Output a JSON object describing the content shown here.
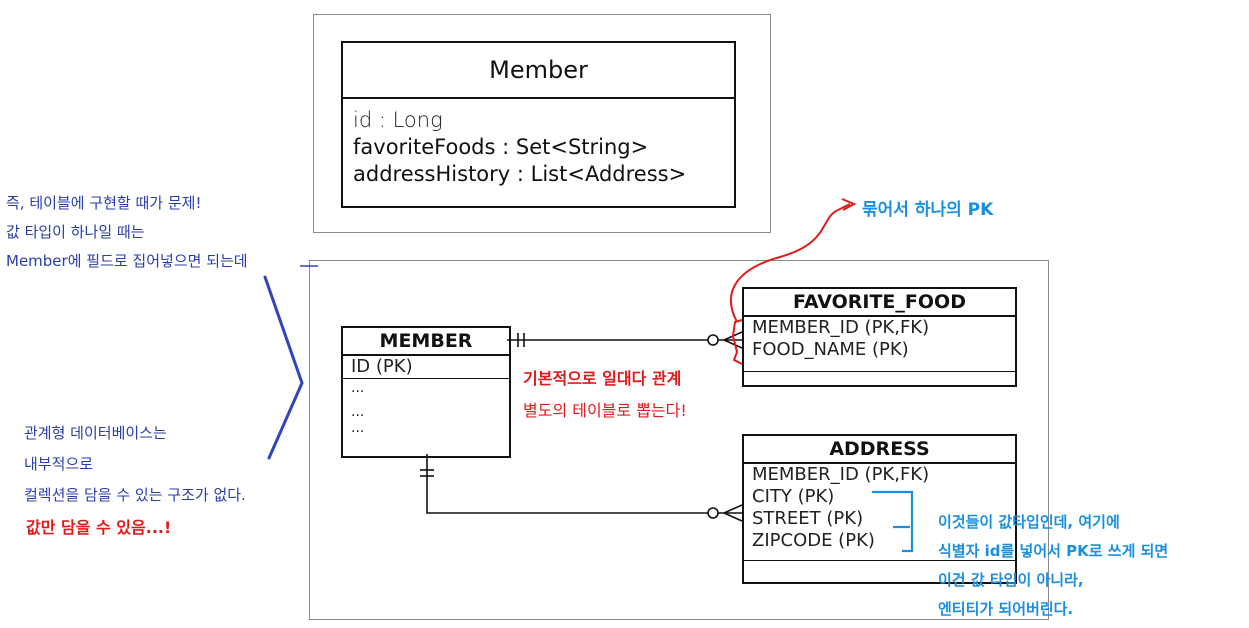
{
  "member_class": {
    "title": "Member",
    "fields": [
      "id : Long",
      "favoriteFoods : Set<String>",
      "addressHistory : List<Address>"
    ]
  },
  "entities": {
    "member": {
      "title": "MEMBER",
      "pk": "ID (PK)",
      "rows": [
        "...",
        "...",
        "..."
      ]
    },
    "favorite_food": {
      "title": "FAVORITE_FOOD",
      "rows": [
        "MEMBER_ID (PK,FK)",
        "FOOD_NAME (PK)"
      ]
    },
    "address": {
      "title": "ADDRESS",
      "rows": [
        "MEMBER_ID (PK,FK)",
        "CITY (PK)",
        "STREET (PK)",
        "ZIPCODE (PK)"
      ]
    }
  },
  "notes": {
    "left_top": [
      "즉, 테이블에 구현할 때가 문제!",
      "값 타입이 하나일 때는",
      "Member에 필드로 집어넣으면 되는데"
    ],
    "left_mid": [
      "관계형 데이터베이스는",
      "내부적으로",
      "컬렉션을 담을 수 있는 구조가 없다."
    ],
    "left_red": "값만 담을 수 있음...!",
    "center_red": [
      "기본적으로 일대다 관계",
      "별도의 테이블로 뽑는다!"
    ],
    "pk_note": "묶어서 하나의 PK",
    "right_cyan": [
      "이것들이 값타입인데, 여기에",
      "식별자 id를 넣어서 PK로 쓰게 되면",
      "이건 값 타입이 아니라,",
      "엔티티가 되어버린다."
    ]
  },
  "colors": {
    "blue_note": "#2b3ea8",
    "red_note": "#e01b1b",
    "cyan_note": "#1a8fe0",
    "line": "#111111"
  }
}
